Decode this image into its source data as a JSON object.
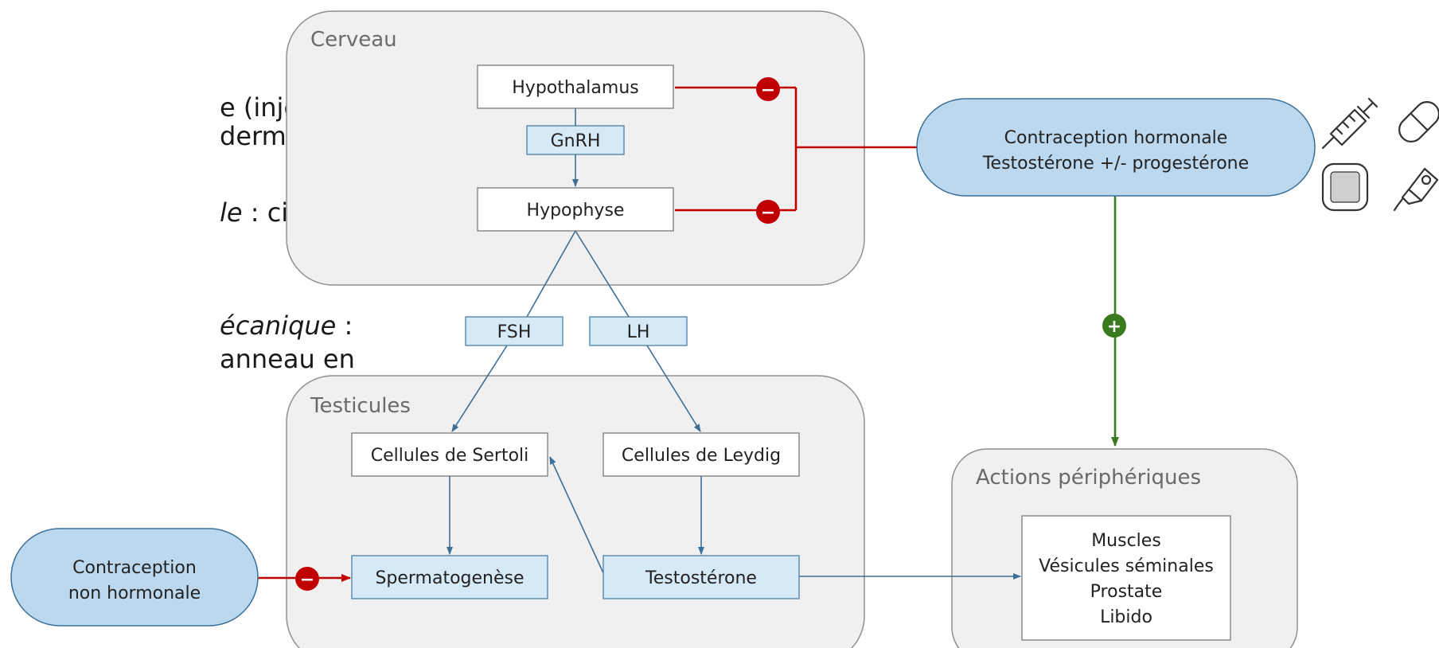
{
  "slide_text": {
    "line1": "e (injection,",
    "line2": "dermiques...)",
    "line3_italic": "le",
    "line3_rest": " : cible la",
    "line4_italic": "écanique",
    "line4_rest": " :",
    "line5": "anneau en"
  },
  "diagram": {
    "cerveau": {
      "title": "Cerveau",
      "hypothalamus": "Hypothalamus",
      "gnrh": "GnRH",
      "hypophyse": "Hypophyse"
    },
    "hormones": {
      "fsh": "FSH",
      "lh": "LH"
    },
    "testicules": {
      "title": "Testicules",
      "sertoli": "Cellules de Sertoli",
      "leydig": "Cellules de Leydig",
      "spermatogenese": "Spermatogenèse",
      "testosterone": "Testostérone"
    },
    "hormonal": {
      "line1": "Contraception hormonale",
      "line2": "Testostérone +/- progestérone"
    },
    "non_hormonal": {
      "line1": "Contraception",
      "line2": "non hormonale"
    },
    "peripheral": {
      "title": "Actions périphériques",
      "items": [
        "Muscles",
        "Vésicules séminales",
        "Prostate",
        "Libido"
      ]
    },
    "signs": {
      "minus": "−",
      "plus": "+"
    },
    "colors": {
      "inhibit": "#c00000",
      "stimulate": "#3a7a1e",
      "pathway": "#3d6e96",
      "box_blue": "#d6e9f7",
      "pill_blue": "#bcd8ee"
    },
    "icons": [
      "syringe-icon",
      "pill-capsule-icon",
      "patch-icon",
      "gel-tube-icon"
    ]
  }
}
